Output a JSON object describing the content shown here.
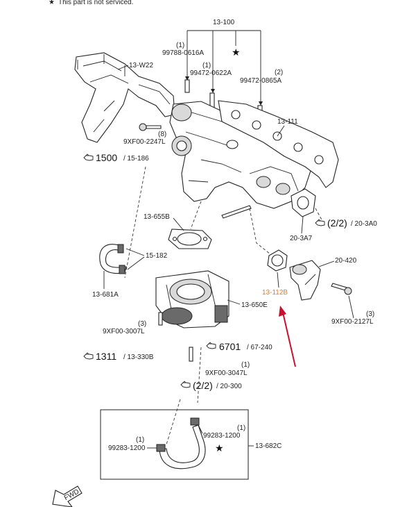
{
  "note": {
    "text": "This part is not serviced."
  },
  "labels": {
    "l13_100": "13-100",
    "l13_w22": "13-W22",
    "l13_111": "13-111",
    "l13_655b": "13-655B",
    "l13_3a7": "20-3A7",
    "l15_182": "15-182",
    "l13_681a": "13-681A",
    "l13_650e": "13-650E",
    "l20_420": "20-420",
    "l13_682c": "13-682C",
    "l9xf3007": "9XF00-3007L",
    "l9xf3047": "9XF00-3047L",
    "l9xf2127": "9XF00-2127L",
    "l9xf2247": "9XF00-2247L",
    "l99788": "99788-0616A",
    "l99472a": "99472-0622A",
    "l99472b": "99472-0865A",
    "l99283a": "99283-1200",
    "l99283b": "99283-1200",
    "highlight": "13-112B",
    "fwd": "FWD"
  },
  "quantities": {
    "q99788": "(1)",
    "q99472a": "(1)",
    "q99472b": "(2)",
    "q9xf2247": "(8)",
    "q9xf3007": "(3)",
    "q9xf3047": "(1)",
    "q9xf2127": "(3)",
    "q99283a": "(1)",
    "q99283b": "(1)"
  },
  "refs": {
    "r1500": {
      "num": "1500",
      "page": " / 15-186"
    },
    "r1311": {
      "num": "1311",
      "page": " / 13-330B"
    },
    "r6701": {
      "num": "6701",
      "page": " / 67-240"
    },
    "r22a": {
      "num": "(2/2)",
      "page": " / 20-3A0"
    },
    "r22b": {
      "num": "(2/2)",
      "page": " / 20-300"
    }
  },
  "symbols": {
    "star": "★"
  },
  "colors": {
    "highlight_label": "#e87a2a",
    "arrow": "#c8102e"
  },
  "icons": {
    "reference": "hand-pointer-icon"
  }
}
